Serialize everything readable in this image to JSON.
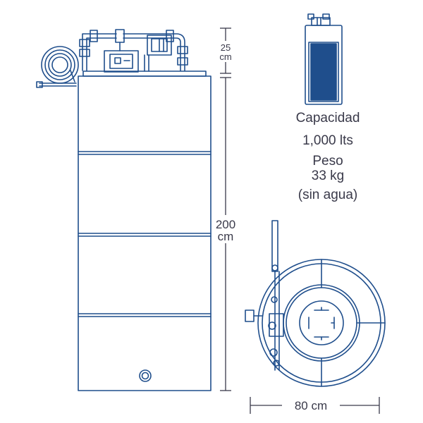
{
  "colors": {
    "outline": "#1f4e8c",
    "fill_level": "#1f4e8c",
    "text": "#3a3a4a"
  },
  "specs": {
    "capacity_label": "Capacidad",
    "capacity_value": "1,000 lts",
    "weight_label": "Peso",
    "weight_value": "33 kg",
    "weight_note": "(sin agua)"
  },
  "dimensions": {
    "top_value": "25",
    "top_unit": "cm",
    "height_value": "200",
    "height_unit": "cm",
    "diameter": "80 cm"
  },
  "icons": [
    "tank-side-view",
    "tank-top-view",
    "hose-reel",
    "fill-level-indicator"
  ]
}
